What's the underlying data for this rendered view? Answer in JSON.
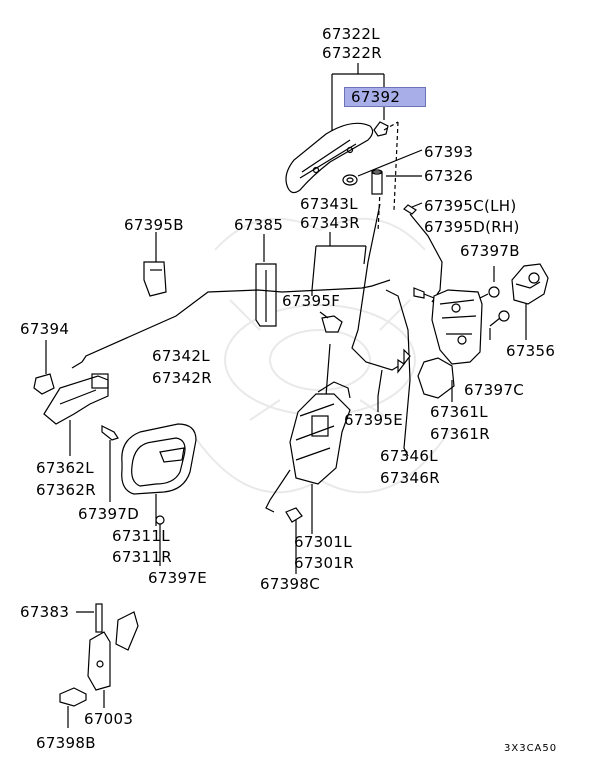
{
  "diagram": {
    "highlight_color": "#a7aee8",
    "ref_code": "3X3CA50",
    "labels": {
      "p67322L": "67322L",
      "p67322R": "67322R",
      "p67392": "67392",
      "p67393": "67393",
      "p67326": "67326",
      "p67395C": "67395C(LH)",
      "p67395D": "67395D(RH)",
      "p67395B": "67395B",
      "p67385": "67385",
      "p67343L": "67343L",
      "p67343R": "67343R",
      "p67397B": "67397B",
      "p67394": "67394",
      "p67395F": "67395F",
      "p67356": "67356",
      "p67342L": "67342L",
      "p67342R": "67342R",
      "p67397C": "67397C",
      "p67361L": "67361L",
      "p67361R": "67361R",
      "p67395E": "67395E",
      "p67362L": "67362L",
      "p67362R": "67362R",
      "p67346L": "67346L",
      "p67346R": "67346R",
      "p67397D": "67397D",
      "p67311L": "67311L",
      "p67311R": "67311R",
      "p67301L": "67301L",
      "p67301R": "67301R",
      "p67397E": "67397E",
      "p67398C": "67398C",
      "p67383": "67383",
      "p67003": "67003",
      "p67398B": "67398B"
    }
  }
}
